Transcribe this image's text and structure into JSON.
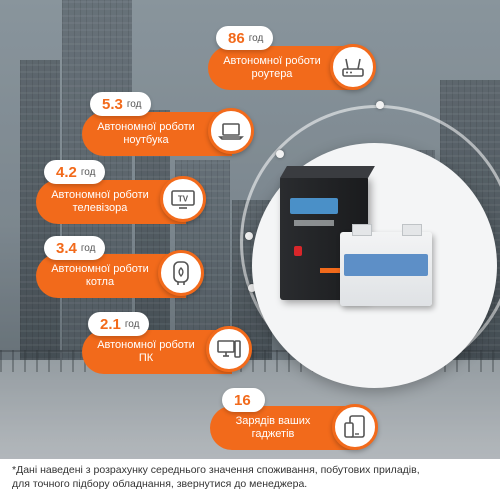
{
  "accent_color": "#f26a1b",
  "items": [
    {
      "value": "86",
      "unit": "год",
      "label": [
        "Автономної роботи",
        "роутера"
      ],
      "icon": "router-icon"
    },
    {
      "value": "5.3",
      "unit": "год",
      "label": [
        "Автономної роботи",
        "ноутбука"
      ],
      "icon": "laptop-icon"
    },
    {
      "value": "4.2",
      "unit": "год",
      "label": [
        "Автономної роботи",
        "телевізора"
      ],
      "icon": "tv-icon"
    },
    {
      "value": "3.4",
      "unit": "год",
      "label": [
        "Автономної роботи",
        "котла"
      ],
      "icon": "boiler-icon"
    },
    {
      "value": "2.1",
      "unit": "год",
      "label": [
        "Автономної роботи",
        "ПК"
      ],
      "icon": "computer-icon"
    },
    {
      "value": "16",
      "unit": "",
      "label": [
        "Зарядів ваших",
        "гаджетів"
      ],
      "icon": "gadgets-icon"
    }
  ],
  "footnote": [
    "*Дані наведені з розрахунку середнього значення споживання, побутових приладів,",
    "для точного підбору обладнання, звернутися до менеджера."
  ]
}
